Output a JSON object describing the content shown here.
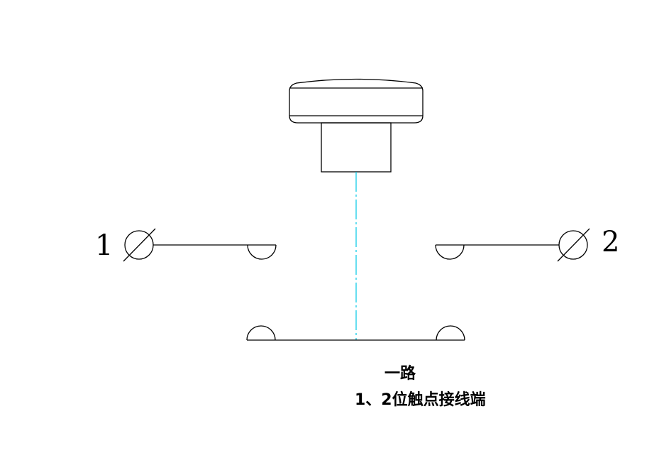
{
  "terminals": {
    "left": "1",
    "right": "2"
  },
  "caption": {
    "line1": "一路",
    "line2": "1、2位触点接线端"
  },
  "colors": {
    "stroke": "#000000",
    "axis": "#00c8e6",
    "background": "#ffffff"
  },
  "icons": [
    "terminal-symbol-icon",
    "contact-icon",
    "push-button-icon"
  ]
}
